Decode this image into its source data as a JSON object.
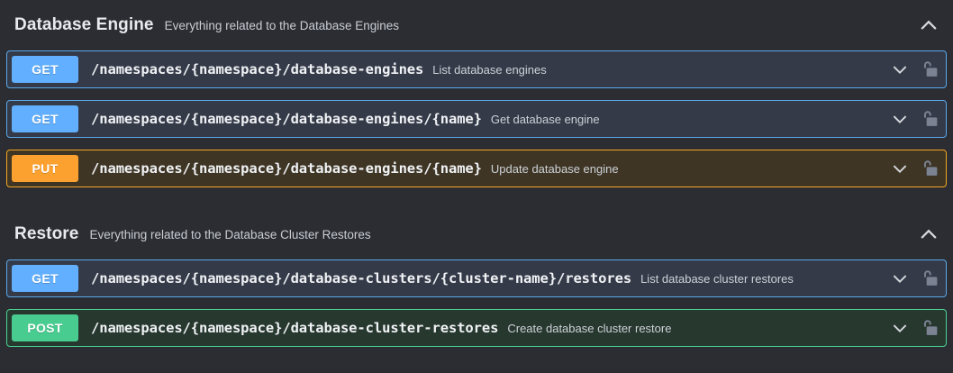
{
  "theme": {
    "page_bg": "#2b2d32",
    "get_accent": "#61affe",
    "put_accent": "#fca130",
    "post_accent": "#49cc90",
    "get_row_bg": "#343a48",
    "put_row_bg": "#3e3524",
    "post_row_bg": "#27382f",
    "text": "#e8eaed",
    "muted_text": "#ced2d8",
    "lock_color": "#7b8393"
  },
  "icons": {
    "collapse": "chevron-up-icon",
    "expand": "chevron-down-icon",
    "auth": "unlocked-padlock-icon"
  },
  "sections": [
    {
      "title": "Database Engine",
      "description": "Everything related to the Database Engines",
      "expanded": true,
      "operations": [
        {
          "method": "GET",
          "method_class": "get",
          "path": "/namespaces/{namespace}/database-engines",
          "summary": "List database engines",
          "locked": false
        },
        {
          "method": "GET",
          "method_class": "get",
          "path": "/namespaces/{namespace}/database-engines/{name}",
          "summary": "Get database engine",
          "locked": false
        },
        {
          "method": "PUT",
          "method_class": "put",
          "path": "/namespaces/{namespace}/database-engines/{name}",
          "summary": "Update database engine",
          "locked": false
        }
      ]
    },
    {
      "title": "Restore",
      "description": "Everything related to the Database Cluster Restores",
      "expanded": true,
      "operations": [
        {
          "method": "GET",
          "method_class": "get",
          "path": "/namespaces/{namespace}/database-clusters/{cluster-name}/restores",
          "summary": "List database cluster restores",
          "locked": false
        },
        {
          "method": "POST",
          "method_class": "post",
          "path": "/namespaces/{namespace}/database-cluster-restores",
          "summary": "Create database cluster restore",
          "locked": false
        }
      ]
    }
  ]
}
